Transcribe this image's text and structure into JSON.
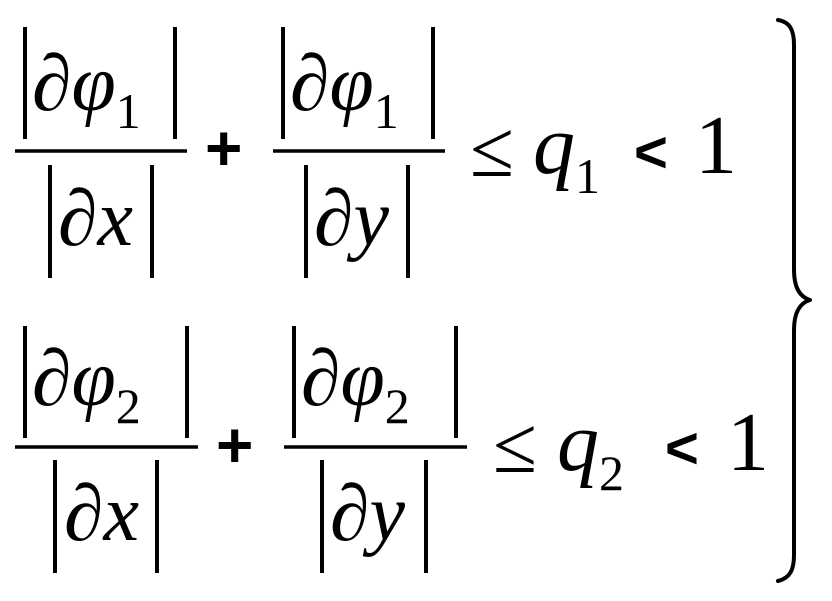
{
  "system": {
    "lines": [
      {
        "term1": {
          "numerator": "∂φ",
          "numerator_sub": "1",
          "denominator": "∂x"
        },
        "operator": "+",
        "term2": {
          "numerator": "∂φ",
          "numerator_sub": "1",
          "denominator": "∂y"
        },
        "relation": "≤",
        "bound": "q",
        "bound_sub": "1",
        "comparison": "<",
        "rhs": "1"
      },
      {
        "term1": {
          "numerator": "∂φ",
          "numerator_sub": "2",
          "denominator": "∂x"
        },
        "operator": "+",
        "term2": {
          "numerator": "∂φ",
          "numerator_sub": "2",
          "denominator": "∂y"
        },
        "relation": "≤",
        "bound": "q",
        "bound_sub": "2",
        "comparison": "<",
        "rhs": "1"
      }
    ],
    "closing_brace": "}"
  }
}
